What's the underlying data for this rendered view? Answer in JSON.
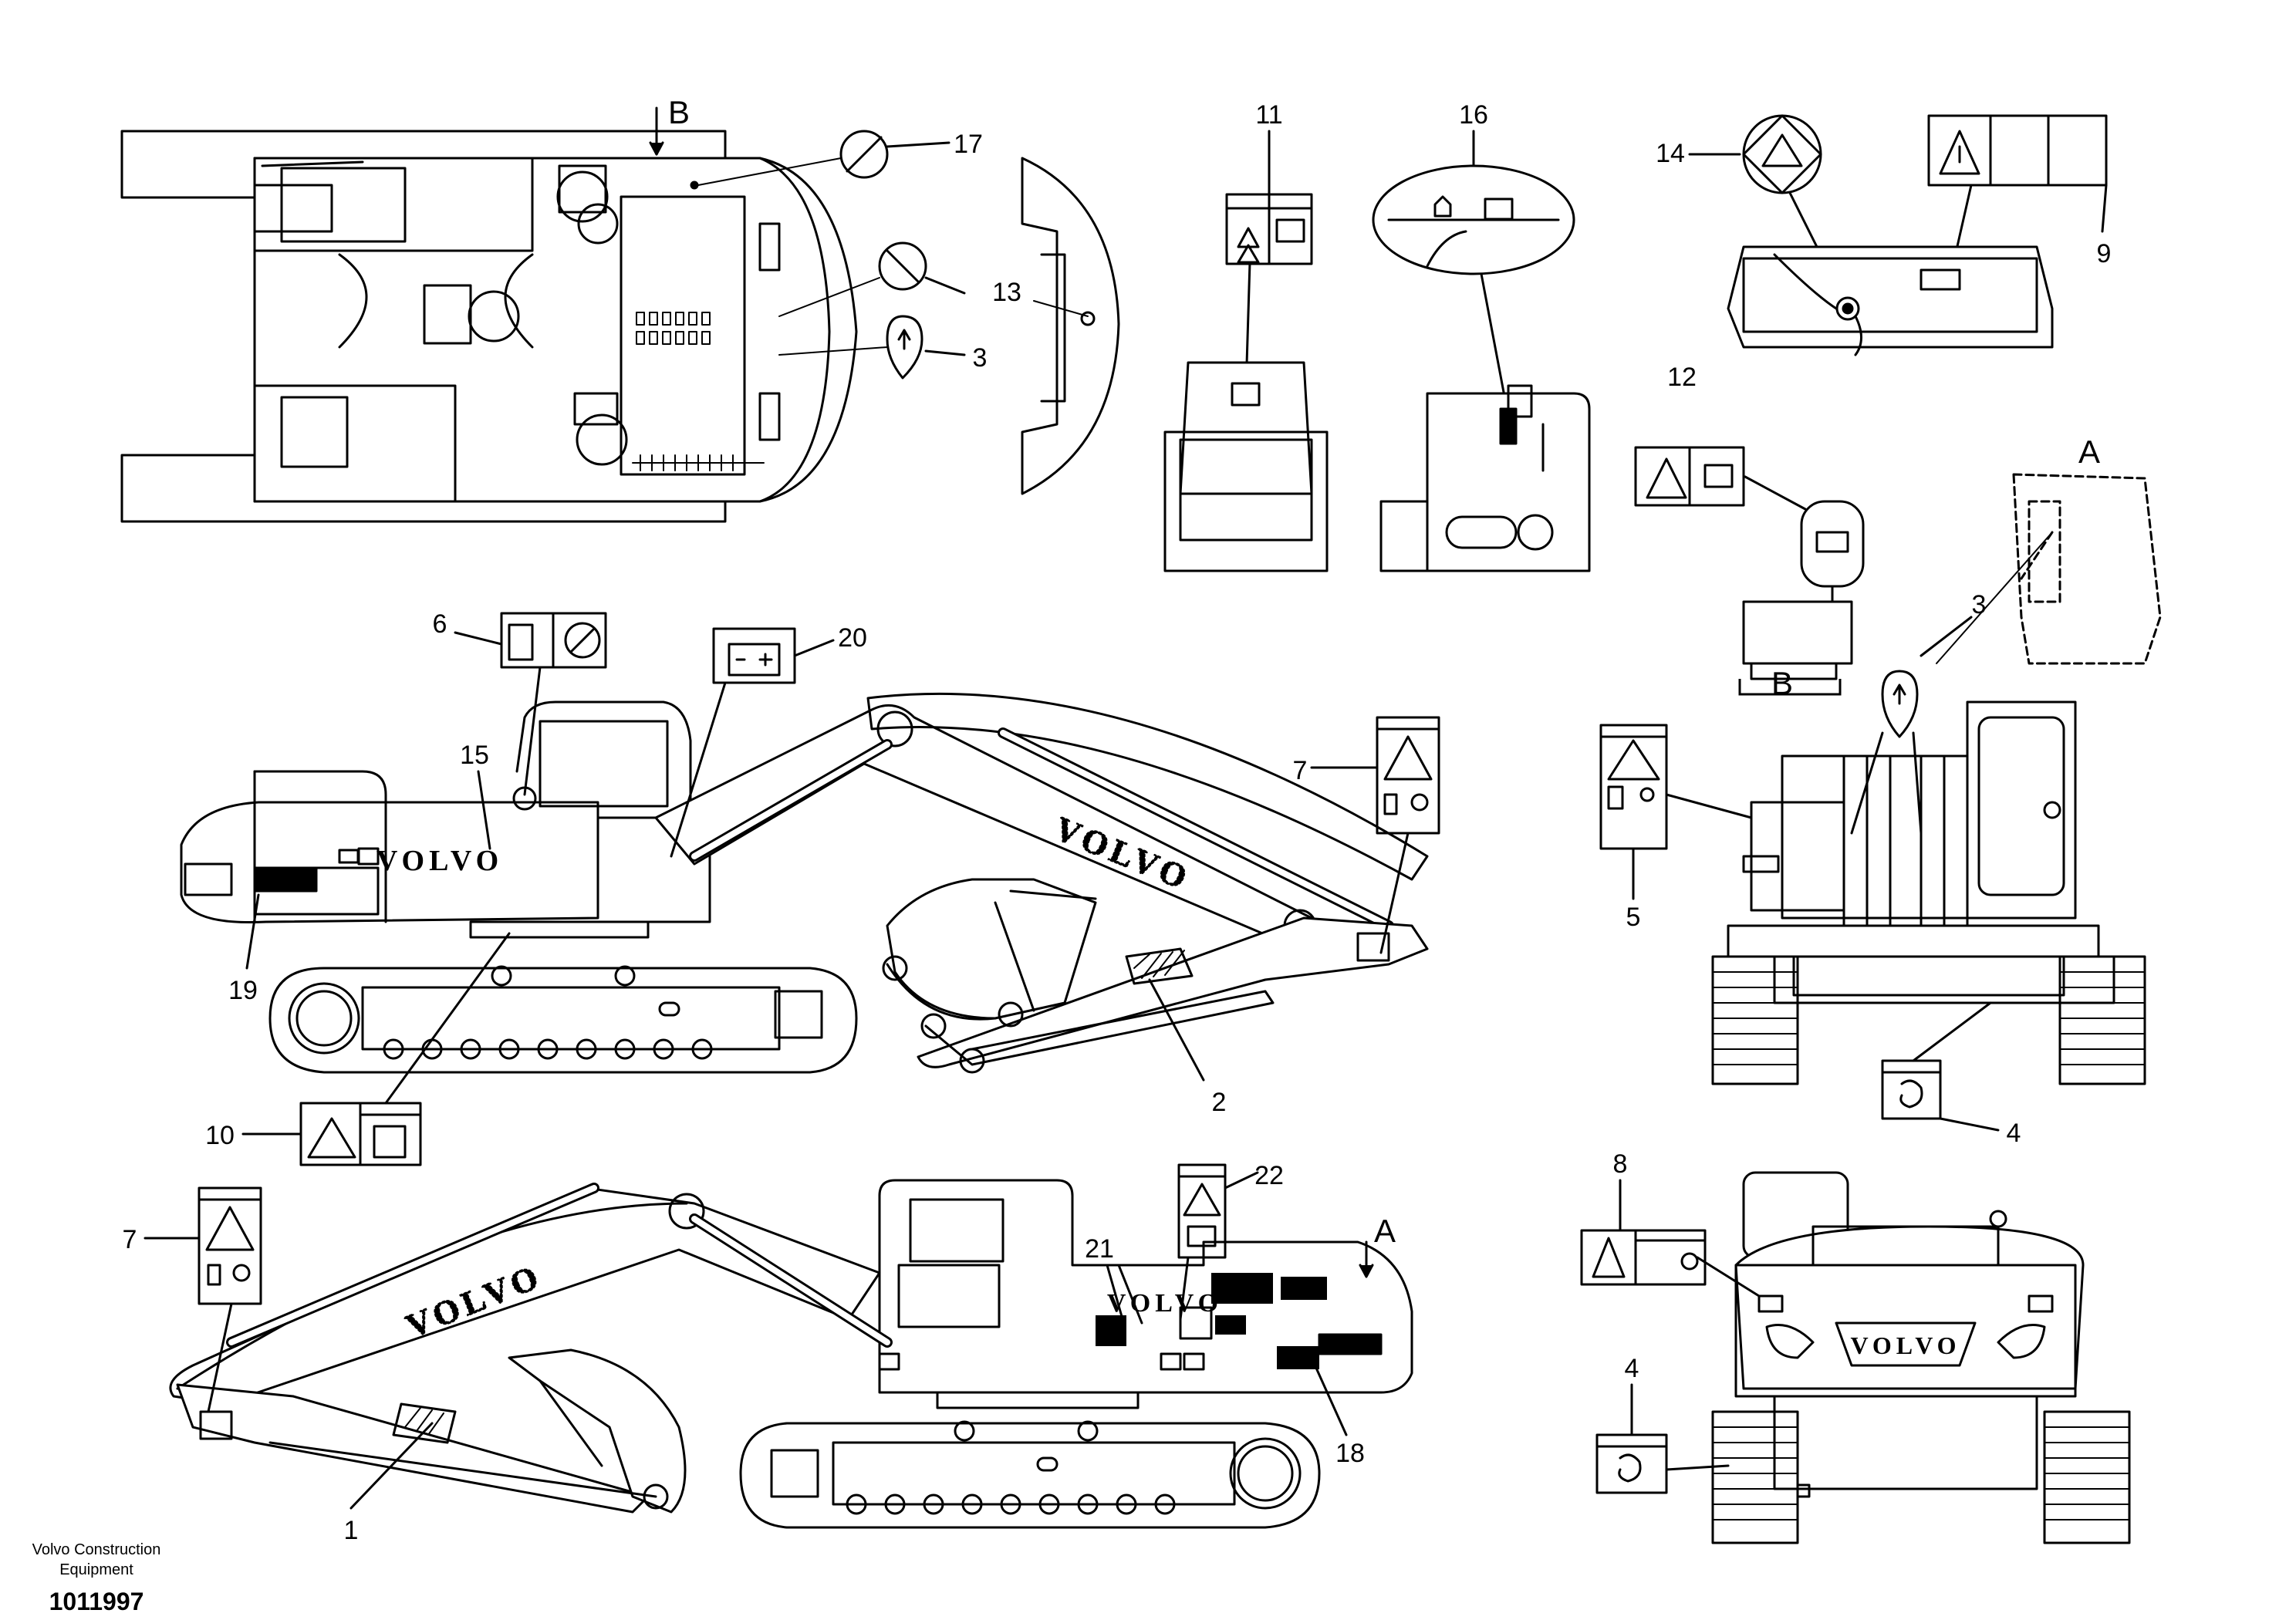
{
  "callouts": {
    "c1": "1",
    "c2": "2",
    "c3a": "3",
    "c3b": "3",
    "c4a": "4",
    "c4b": "4",
    "c5": "5",
    "c6": "6",
    "c7a": "7",
    "c7b": "7",
    "c8": "8",
    "c9": "9",
    "c10": "10",
    "c11": "11",
    "c12": "12",
    "c13": "13",
    "c14": "14",
    "c15": "15",
    "c16": "16",
    "c17": "17",
    "c18": "18",
    "c19": "19",
    "c20": "20",
    "c21": "21",
    "c22": "22"
  },
  "view_markers": {
    "b_top": "B",
    "b_right": "B",
    "a_right": "A",
    "a_bottom": "A"
  },
  "logo": "VOLVO",
  "footer": {
    "company": "Volvo Construction Equipment",
    "document_number": "1011997"
  }
}
